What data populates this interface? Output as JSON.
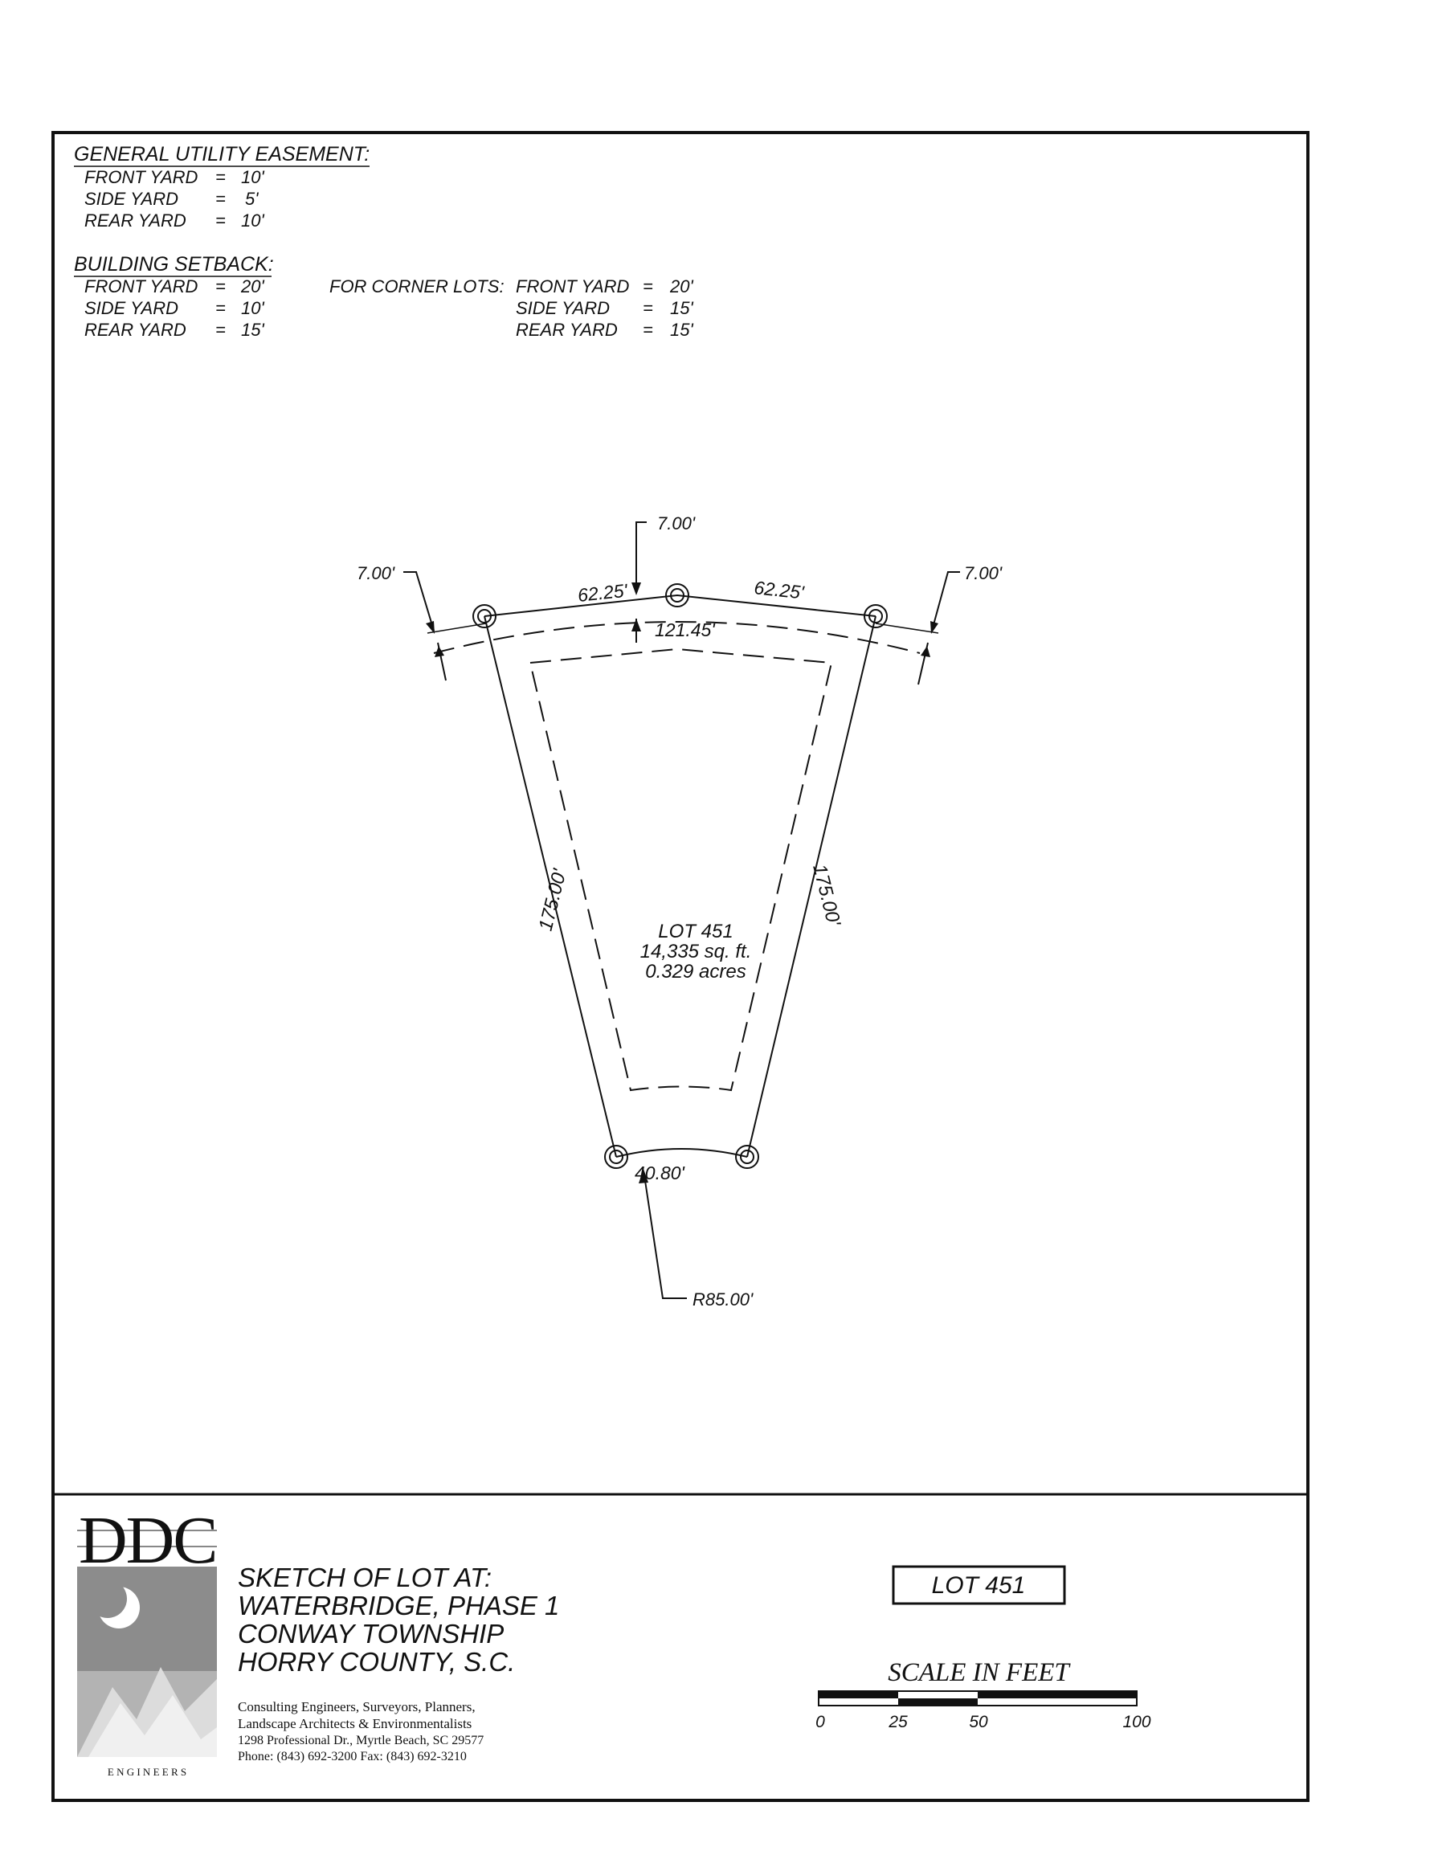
{
  "notes": {
    "utility_easement": {
      "title": "GENERAL UTILITY EASEMENT:",
      "rows": [
        {
          "label": "FRONT YARD",
          "eq": "=",
          "value": "10'"
        },
        {
          "label": "SIDE YARD",
          "eq": "=",
          "value": "5'"
        },
        {
          "label": "REAR YARD",
          "eq": "=",
          "value": "10'"
        }
      ]
    },
    "building_setback": {
      "title": "BUILDING SETBACK:",
      "rows": [
        {
          "label": "FRONT YARD",
          "eq": "=",
          "value": "20'"
        },
        {
          "label": "SIDE YARD",
          "eq": "=",
          "value": "10'"
        },
        {
          "label": "REAR YARD",
          "eq": "=",
          "value": "15'"
        }
      ],
      "corner_lots_label": "FOR CORNER LOTS:",
      "corner_rows": [
        {
          "label": "FRONT YARD",
          "eq": "=",
          "value": "20'"
        },
        {
          "label": "SIDE YARD",
          "eq": "=",
          "value": "15'"
        },
        {
          "label": "REAR YARD",
          "eq": "=",
          "value": "15'"
        }
      ]
    }
  },
  "plan": {
    "dimensions": {
      "top_offset": "7.00'",
      "left_offset": "7.00'",
      "right_offset": "7.00'",
      "front_left": "62.25'",
      "front_right": "62.25'",
      "setback_front": "121.45'",
      "side_left": "175.00'",
      "side_right": "175.00'",
      "rear": "40.80'",
      "radius": "R85.00'"
    },
    "lot_label": "LOT 451",
    "area_sqft": "14,335 sq. ft.",
    "area_acres": "0.329 acres"
  },
  "title_block": {
    "logo_text": "DDC",
    "logo_sub": "E N G I N E E R S",
    "title_lines": [
      "SKETCH OF LOT AT:",
      "WATERBRIDGE, PHASE 1",
      "CONWAY TOWNSHIP",
      "HORRY COUNTY, S.C."
    ],
    "company_lines": [
      "Consulting Engineers, Surveyors, Planners,",
      "Landscape Architects & Environmentalists",
      "1298 Professional Dr., Myrtle Beach, SC  29577",
      "Phone: (843) 692-3200   Fax: (843) 692-3210"
    ],
    "lot_box": "LOT 451",
    "scale_title": "SCALE  IN  FEET",
    "scale_ticks": [
      "0",
      "25",
      "50",
      "100"
    ]
  }
}
